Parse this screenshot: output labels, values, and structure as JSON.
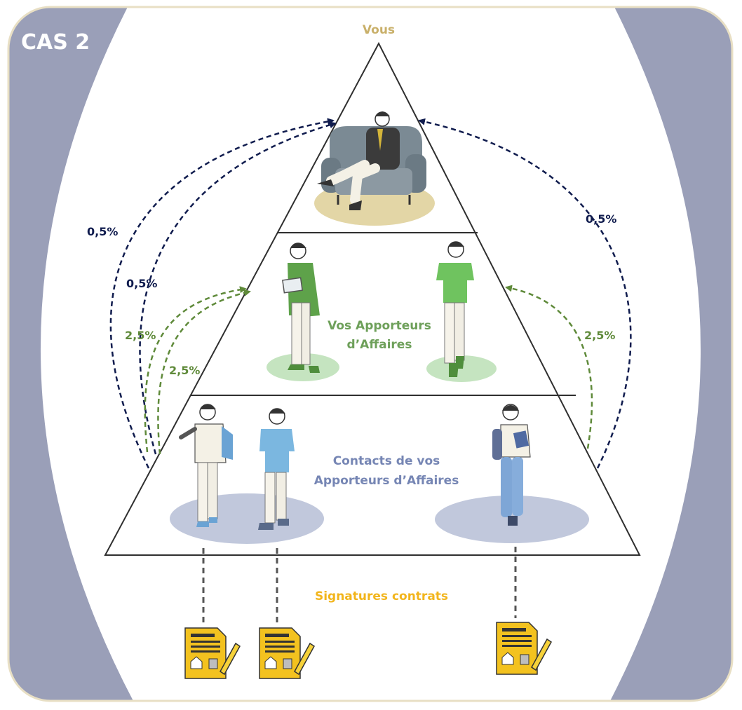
{
  "case_label": "CAS 2",
  "levels": {
    "top": "Vous",
    "middle": [
      "Vos Apporteurs",
      "d’Affaires"
    ],
    "bottom": [
      "Contacts de vos",
      "Apporteurs d’Affaires"
    ]
  },
  "signatures_label": "Signatures contrats",
  "commissions": {
    "left_outer": "0,5%",
    "left_inner": "0,5%",
    "left_green_outer": "2,5%",
    "left_green_inner": "2,5%",
    "right_blue": "0,5%",
    "right_green": "2,5%"
  },
  "colors": {
    "side_panel": "#9a9fb8",
    "frame_border": "#e8dfc4",
    "vous": "#c9b06a",
    "apporteurs": "#6ea05a",
    "contacts": "#7686b4",
    "signatures": "#f2b51c",
    "blue_arrow": "#101c4e",
    "green_arrow": "#5f8a3a",
    "document": "#f3c21f"
  }
}
